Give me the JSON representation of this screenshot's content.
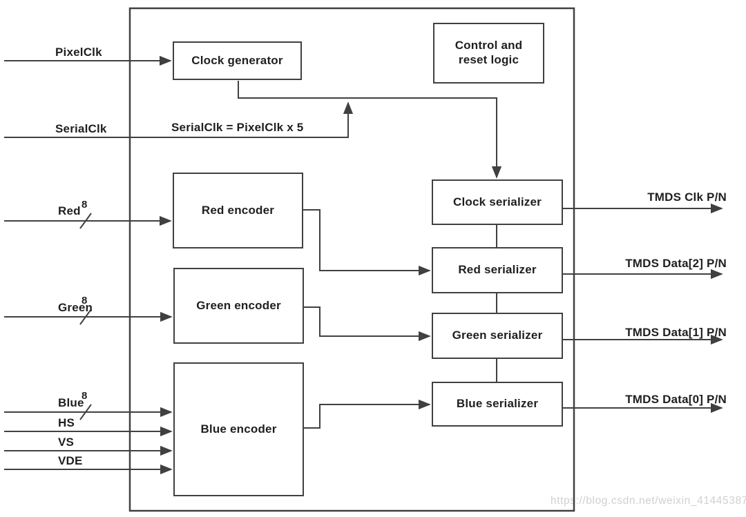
{
  "diagram": {
    "blocks": {
      "clock_generator": "Clock generator",
      "control_reset_logic": "Control and reset logic",
      "red_encoder": "Red encoder",
      "green_encoder": "Green encoder",
      "blue_encoder": "Blue encoder",
      "clock_serializer": "Clock serializer",
      "red_serializer": "Red serializer",
      "green_serializer": "Green serializer",
      "blue_serializer": "Blue serializer"
    },
    "inputs": {
      "pixelclk": "PixelClk",
      "serialclk": "SerialClk",
      "red": "Red",
      "green": "Green",
      "blue": "Blue",
      "hs": "HS",
      "vs": "VS",
      "vde": "VDE",
      "red_bus_width": "8",
      "green_bus_width": "8",
      "blue_bus_width": "8"
    },
    "outputs": {
      "tmds_clk": "TMDS Clk P/N",
      "tmds_data2": "TMDS Data[2] P/N",
      "tmds_data1": "TMDS Data[1] P/N",
      "tmds_data0": "TMDS Data[0] P/N"
    },
    "annotation": "SerialClk = PixelClk x 5",
    "watermark": "https://blog.csdn.net/weixin_41445387",
    "colors": {
      "line": "#404040",
      "text": "#1f1f1f",
      "watermark": "#d0d0d0"
    }
  }
}
